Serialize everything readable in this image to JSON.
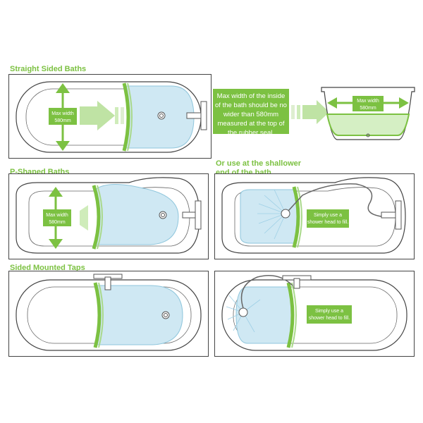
{
  "headings": {
    "straight": "Straight Sided Baths",
    "pshaped": "P-Shaped Baths",
    "sided": "Sided Mounted Taps",
    "shallow": "Or use at the shallower end of the bath."
  },
  "labels": {
    "max_width_line1": "Max width",
    "max_width_line2": "580mm",
    "max_note": "Max width of the inside of the bath should be no wider than 580mm measured at the top of the rubber seal.",
    "shower_line1": "Simply use a",
    "shower_line2": "shower head to fill."
  },
  "colors": {
    "accent": "#7cc142",
    "water": "#cfe8f3",
    "water_edge": "#8fc6dc",
    "outline": "#444444"
  }
}
